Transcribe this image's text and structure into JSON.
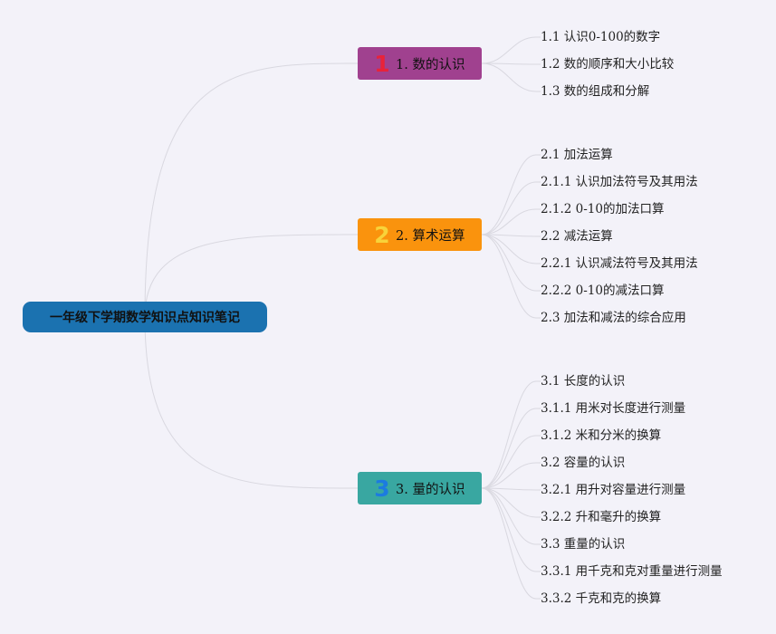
{
  "root": {
    "title": "一年级下学期数学知识点知识笔记"
  },
  "branches": [
    {
      "label": "1. 数的认识",
      "number": "1",
      "color": "#a0418f",
      "number_color": "#e8233a",
      "items": [
        "1.1 认识0-100的数字",
        "1.2 数的顺序和大小比较",
        "1.3 数的组成和分解"
      ]
    },
    {
      "label": "2. 算术运算",
      "number": "2",
      "color": "#fa930d",
      "number_color": "#f8d33a",
      "items": [
        "2.1 加法运算",
        "2.1.1 认识加法符号及其用法",
        "2.1.2 0-10的加法口算",
        "2.2 减法运算",
        "2.2.1 认识减法符号及其用法",
        "2.2.2 0-10的减法口算",
        "2.3 加法和减法的综合应用"
      ]
    },
    {
      "label": "3. 量的认识",
      "number": "3",
      "color": "#39a7a1",
      "number_color": "#1c7be0",
      "items": [
        "3.1 长度的认识",
        "3.1.1 用米对长度进行测量",
        "3.1.2 米和分米的换算",
        "3.2 容量的认识",
        "3.2.1 用升对容量进行测量",
        "3.2.2 升和毫升的换算",
        "3.3 重量的认识",
        "3.3.1 用千克和克对重量进行测量",
        "3.3.2 千克和克的换算"
      ]
    }
  ],
  "colors": {
    "background": "#f3f2f9",
    "root": "#1b72b0",
    "link": "#d9d8e0"
  }
}
